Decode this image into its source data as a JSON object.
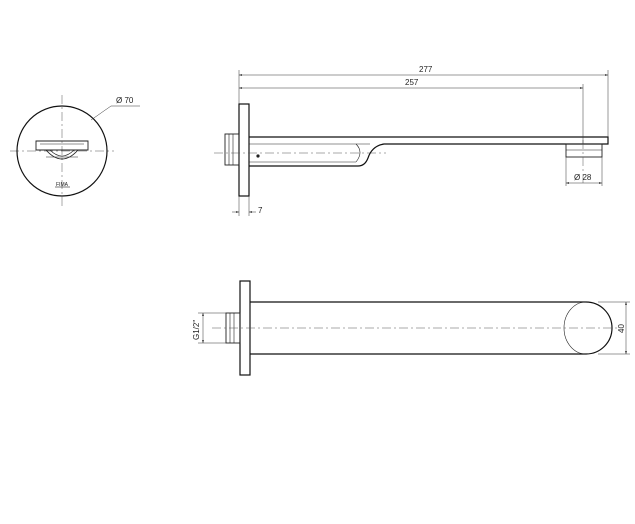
{
  "dimensions": {
    "diameter_70": "Ø 70",
    "length_277": "277",
    "length_257": "257",
    "diameter_28": "Ø 28",
    "thickness_7": "7",
    "thread": "G1/2\"",
    "height_40": "40"
  },
  "front_view": {
    "label": "FIMA"
  },
  "colors": {
    "line": "#222222",
    "background": "#ffffff"
  }
}
